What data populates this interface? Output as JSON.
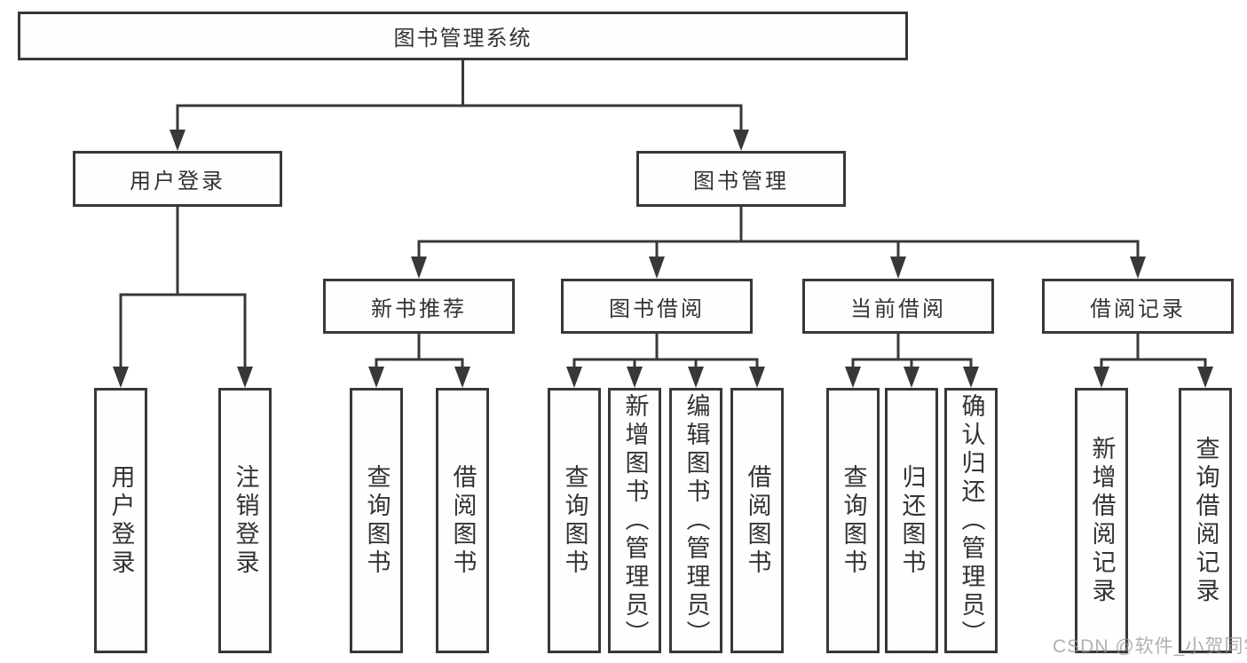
{
  "nodes": {
    "root": "图书管理系统",
    "level2": [
      "用户登录",
      "图书管理"
    ],
    "level3": [
      "新书推荐",
      "图书借阅",
      "当前借阅",
      "借阅记录"
    ],
    "leaves": [
      {
        "group": "用户登录",
        "label": "用户登录"
      },
      {
        "group": "用户登录",
        "label": "注销登录"
      },
      {
        "group": "新书推荐",
        "label": "查询图书"
      },
      {
        "group": "新书推荐",
        "label": "借阅图书"
      },
      {
        "group": "图书借阅",
        "label": "查询图书"
      },
      {
        "group": "图书借阅",
        "label": "新增图书（管理员）"
      },
      {
        "group": "图书借阅",
        "label": "编辑图书（管理员）"
      },
      {
        "group": "图书借阅",
        "label": "借阅图书"
      },
      {
        "group": "当前借阅",
        "label": "查询图书"
      },
      {
        "group": "当前借阅",
        "label": "归还图书"
      },
      {
        "group": "当前借阅",
        "label": "确认归还（管理员）"
      },
      {
        "group": "借阅记录",
        "label": "新增借阅记录"
      },
      {
        "group": "借阅记录",
        "label": "查询借阅记录"
      }
    ]
  },
  "watermark": "CSDN @软件_小贺同学",
  "colors": {
    "line": "#383838",
    "text": "#333333",
    "watermark": "#a8a8a8",
    "background": "#ffffff"
  }
}
